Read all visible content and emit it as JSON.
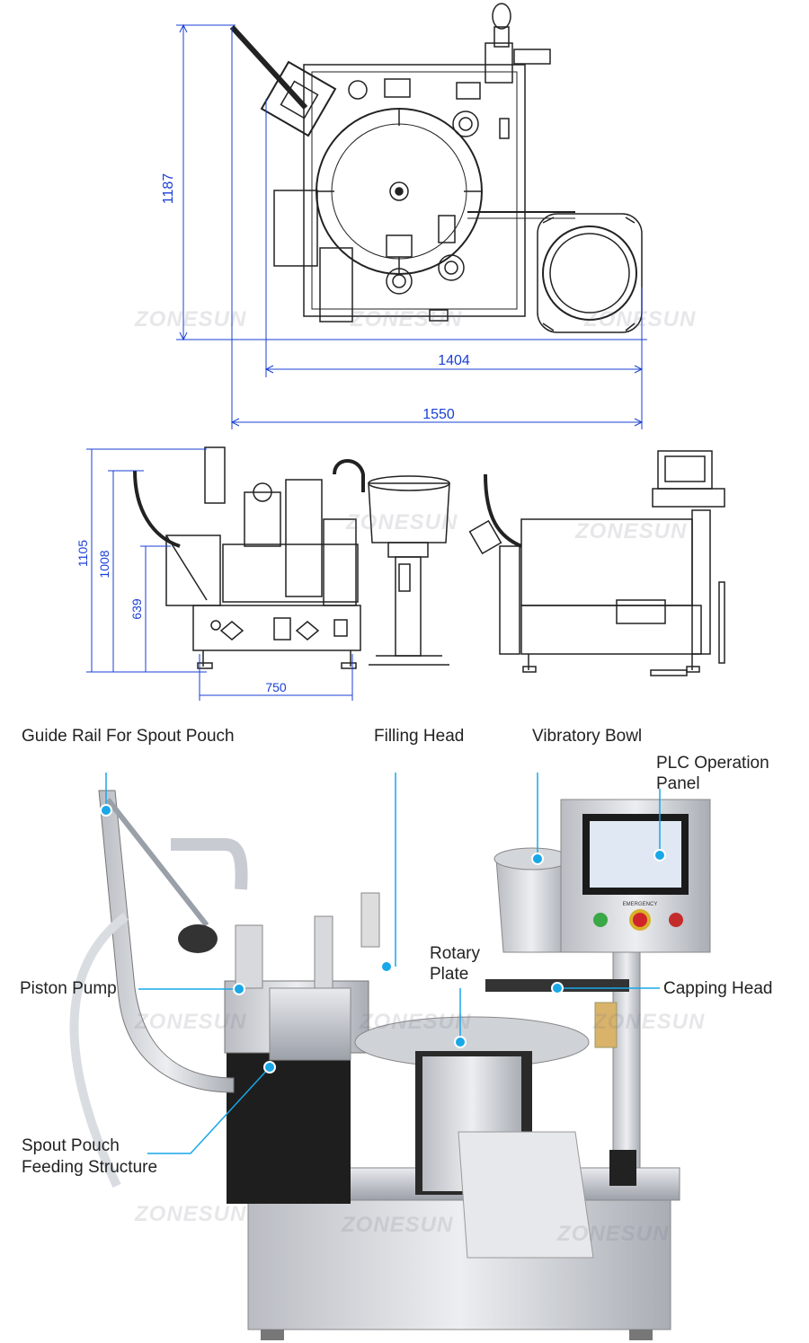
{
  "top_view": {
    "dim_height": "1187",
    "dim_width_inner": "1404",
    "dim_width_outer": "1550"
  },
  "side_views": {
    "dim_total_height": "1105",
    "dim_mid_height": "1008",
    "dim_table_height": "639",
    "dim_table_width": "750"
  },
  "photo": {
    "callouts": {
      "guide_rail": "Guide Rail For Spout Pouch",
      "filling_head": "Filling Head",
      "vibratory_bowl": "Vibratory Bowl",
      "plc_line1": "PLC Operation",
      "plc_line2": "Panel",
      "piston_pump": "Piston Pump",
      "rotary_line1": "Rotary",
      "rotary_line2": "Plate",
      "capping_head": "Capping Head",
      "spout_line1": "Spout Pouch",
      "spout_line2": "Feeding Structure"
    },
    "panel_badge": "EMERGENCY"
  },
  "watermark": "ZONESUN",
  "colors": {
    "dimension": "#1a3fd6",
    "callout_dot": "#19a7e8",
    "callout_line": "#19a7e8"
  }
}
